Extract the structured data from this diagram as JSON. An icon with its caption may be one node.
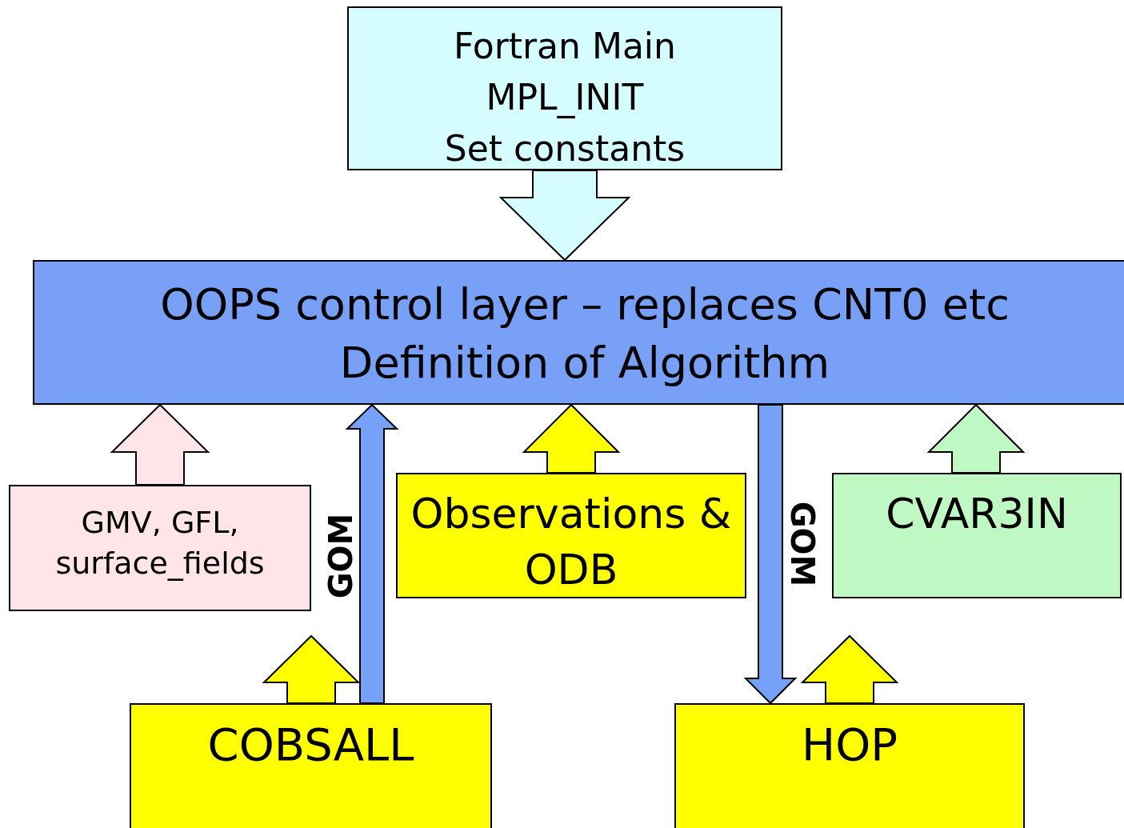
{
  "diagram": {
    "nodes": [
      {
        "text": [
          "Fortran Main",
          "MPL_INIT",
          "Set constants"
        ]
      },
      {
        "text": [
          "OOPS control layer – replaces CNT0 etc",
          "Definition of Algorithm"
        ]
      },
      {
        "text": [
          "GMV, GFL, surface_fields"
        ]
      },
      {
        "text": [
          "Observations & ODB"
        ]
      },
      {
        "text": [
          "CVAR3IN"
        ]
      },
      {
        "text": [
          "COBSALL"
        ]
      },
      {
        "text": [
          "HOP"
        ]
      }
    ],
    "edges": [
      {
        "from": 0,
        "to": 1,
        "arrow": "to"
      },
      {
        "from": 2,
        "to": 1,
        "arrow": "to"
      },
      {
        "from": 3,
        "to": 1,
        "arrow": "to"
      },
      {
        "from": 4,
        "to": 1,
        "arrow": "to"
      },
      {
        "from": 5,
        "to": null,
        "arrow": "to"
      },
      {
        "from": 6,
        "to": null,
        "arrow": "to"
      },
      {
        "from": 5,
        "to": 1,
        "arrow": "to",
        "label": "GOM",
        "color": "#76a1f8"
      },
      {
        "from": 1,
        "to": 6,
        "arrow": "to",
        "label": "GOM",
        "color": "#76a1f8"
      }
    ]
  }
}
